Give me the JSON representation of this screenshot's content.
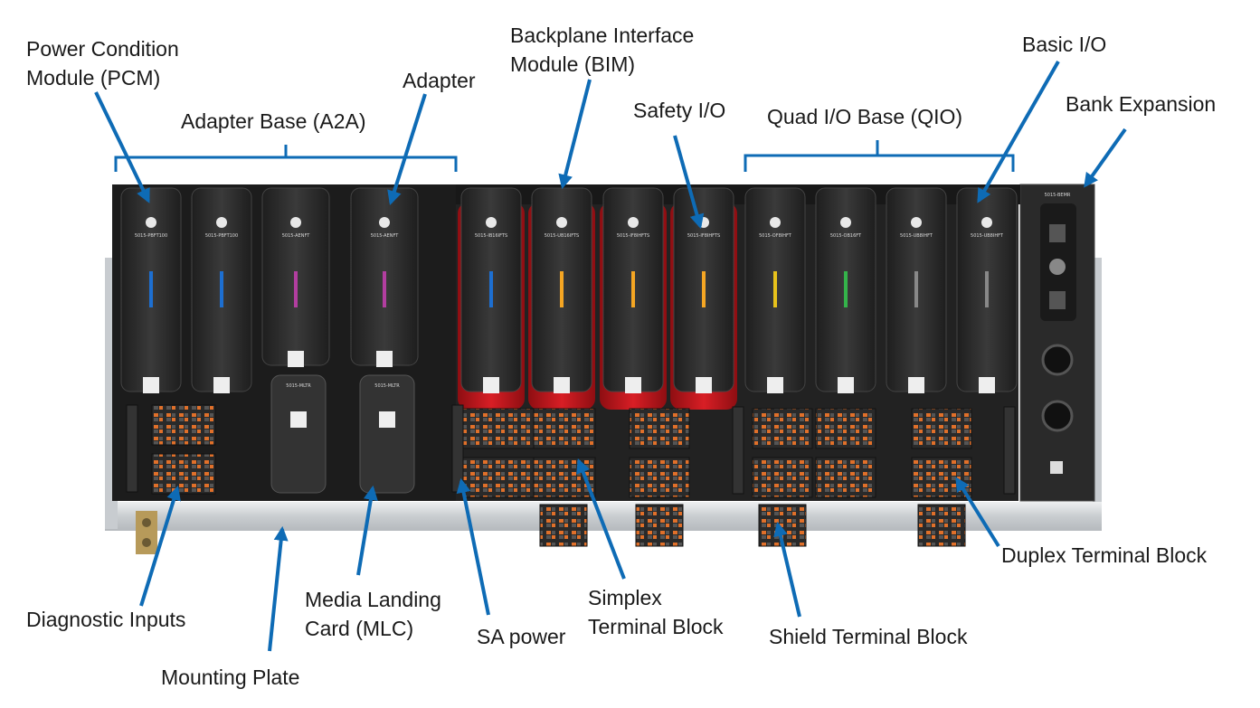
{
  "labels": {
    "pcm": [
      "Power Condition",
      "Module (PCM)"
    ],
    "adapter": "Adapter",
    "adapter_base": "Adapter Base (A2A)",
    "bim": [
      "Backplane Interface",
      "Module (BIM)"
    ],
    "safety_io": "Safety I/O",
    "quad_io": "Quad I/O Base (QIO)",
    "basic_io": "Basic I/O",
    "bank_expansion": "Bank Expansion",
    "diagnostic_inputs": "Diagnostic Inputs",
    "mounting_plate": "Mounting Plate",
    "mlc": [
      "Media Landing",
      "Card (MLC)"
    ],
    "sa_power": "SA power",
    "simplex": [
      "Simplex",
      "Terminal Block"
    ],
    "shield": "Shield Terminal Block",
    "duplex": "Duplex Terminal Block"
  },
  "module_tags": [
    "5015-PBFT100",
    "5015-PBFT100",
    "5015-AENFT",
    "5015-AENFT",
    "5015-IB16IFTS",
    "5015-UB16IFTS",
    "5015-IF8IHFTS",
    "5015-IF8IHFTS",
    "5015-OF8IHFT",
    "5015-OB16FT",
    "5015-UB8IHFT",
    "5015-UB8IHFT"
  ],
  "mlc_tags": [
    "5015-MLTR",
    "5015-MLTR"
  ],
  "bank_tag": "5015-BEMR",
  "colors": {
    "arrow": "#0e6bb5",
    "module_body": "#2b2b2b",
    "safety_red": "#c4161c",
    "rail": "#cfd3d6",
    "terminal_orange": "#e0702a"
  },
  "icons": [
    "allen-bradley-logo-icon",
    "qr-code-icon"
  ]
}
